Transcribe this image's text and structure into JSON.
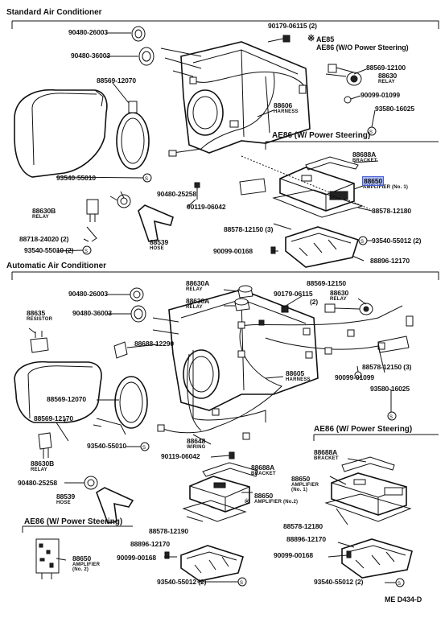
{
  "sections": {
    "standard": "Standard Air Conditioner",
    "automatic": "Automatic Air Conditioner",
    "ae86_ps_top": "AE86 (W/ Power Steering)",
    "ae86_ps_bottom_right": "AE86 (W/ Power Steering)",
    "ae86_ps_bottom_left": "AE86 (W/ Power Steering)"
  },
  "notes": {
    "ae85": "AE85",
    "ae86_wo": "AE86 (W/O Power Steering)",
    "ast": "※"
  },
  "top": {
    "p1": "90480-26003",
    "p2": "90480-36003",
    "p3": "90179-06115 (2)",
    "p4": "88569-12100",
    "p5": "88630",
    "p5s": "RELAY",
    "p6": "88569-12070",
    "p7": "90099-01099",
    "p8": "93580-16025",
    "p9": "88606",
    "p9s": "HARNESS",
    "p10": "88688A",
    "p10s": "BRACKET",
    "p11": "93540-55010",
    "p12": "88650",
    "p12s": "AMPLIFIER (No. 1)",
    "p13": "88630B",
    "p13s": "RELAY",
    "p14": "90480-25258",
    "p15": "90119-06042",
    "p16": "88578-12180",
    "p17": "88578-12150 (3)",
    "p18": "88718-24020 (2)",
    "p19": "88539",
    "p19s": "HOSE",
    "p20": "93540-55010 (2)",
    "p21": "90099-00168",
    "p22": "93540-55012 (2)",
    "p23": "88896-12170"
  },
  "auto": {
    "a1": "90480-26003",
    "a2": "88630A",
    "a2s": "RELAY",
    "a3": "88569-12150",
    "a4": "90179-06115",
    "a4b": "(2)",
    "a5": "88630",
    "a5s": "RELAY",
    "a6": "90480-36003",
    "a7": "88630A",
    "a7s": "RELAY",
    "a8": "88635",
    "a8s": "RESISTOR",
    "a9": "88688-12290",
    "a10": "88578-12150 (3)",
    "a11": "88605",
    "a11s": "HARNESS",
    "a12": "90099-01099",
    "a13": "93580-16025",
    "a14": "88569-12070",
    "a15": "88569-12170",
    "a16": "93540-55010",
    "a17": "88630B",
    "a17s": "RELAY",
    "a18": "90480-25258",
    "a19": "88648",
    "a19s": "WIRING",
    "a20": "90119-06042",
    "a21": "88688A",
    "a21s": "BRACKET",
    "a22": "88539",
    "a22s": "HOSE",
    "a23": "88650",
    "a23s": "AMPLIFIER (No.2)",
    "a24": "88578-12190",
    "a25": "88896-12170",
    "a26": "90099-00168",
    "a27": "93540-55012 (2)",
    "a28": "88688A",
    "a28s": "BRACKET",
    "a29": "88650",
    "a29s": "AMPLIFIER",
    "a29s2": "(No. 1)",
    "a30": "88578-12180",
    "a31": "88896-12170",
    "a32": "90099-00168",
    "a33": "93540-55012 (2)",
    "a34": "88650",
    "a34s": "AMPLIFIER",
    "a34s2": "(No. 2)"
  },
  "footer": {
    "code": "ME  D434-D"
  }
}
